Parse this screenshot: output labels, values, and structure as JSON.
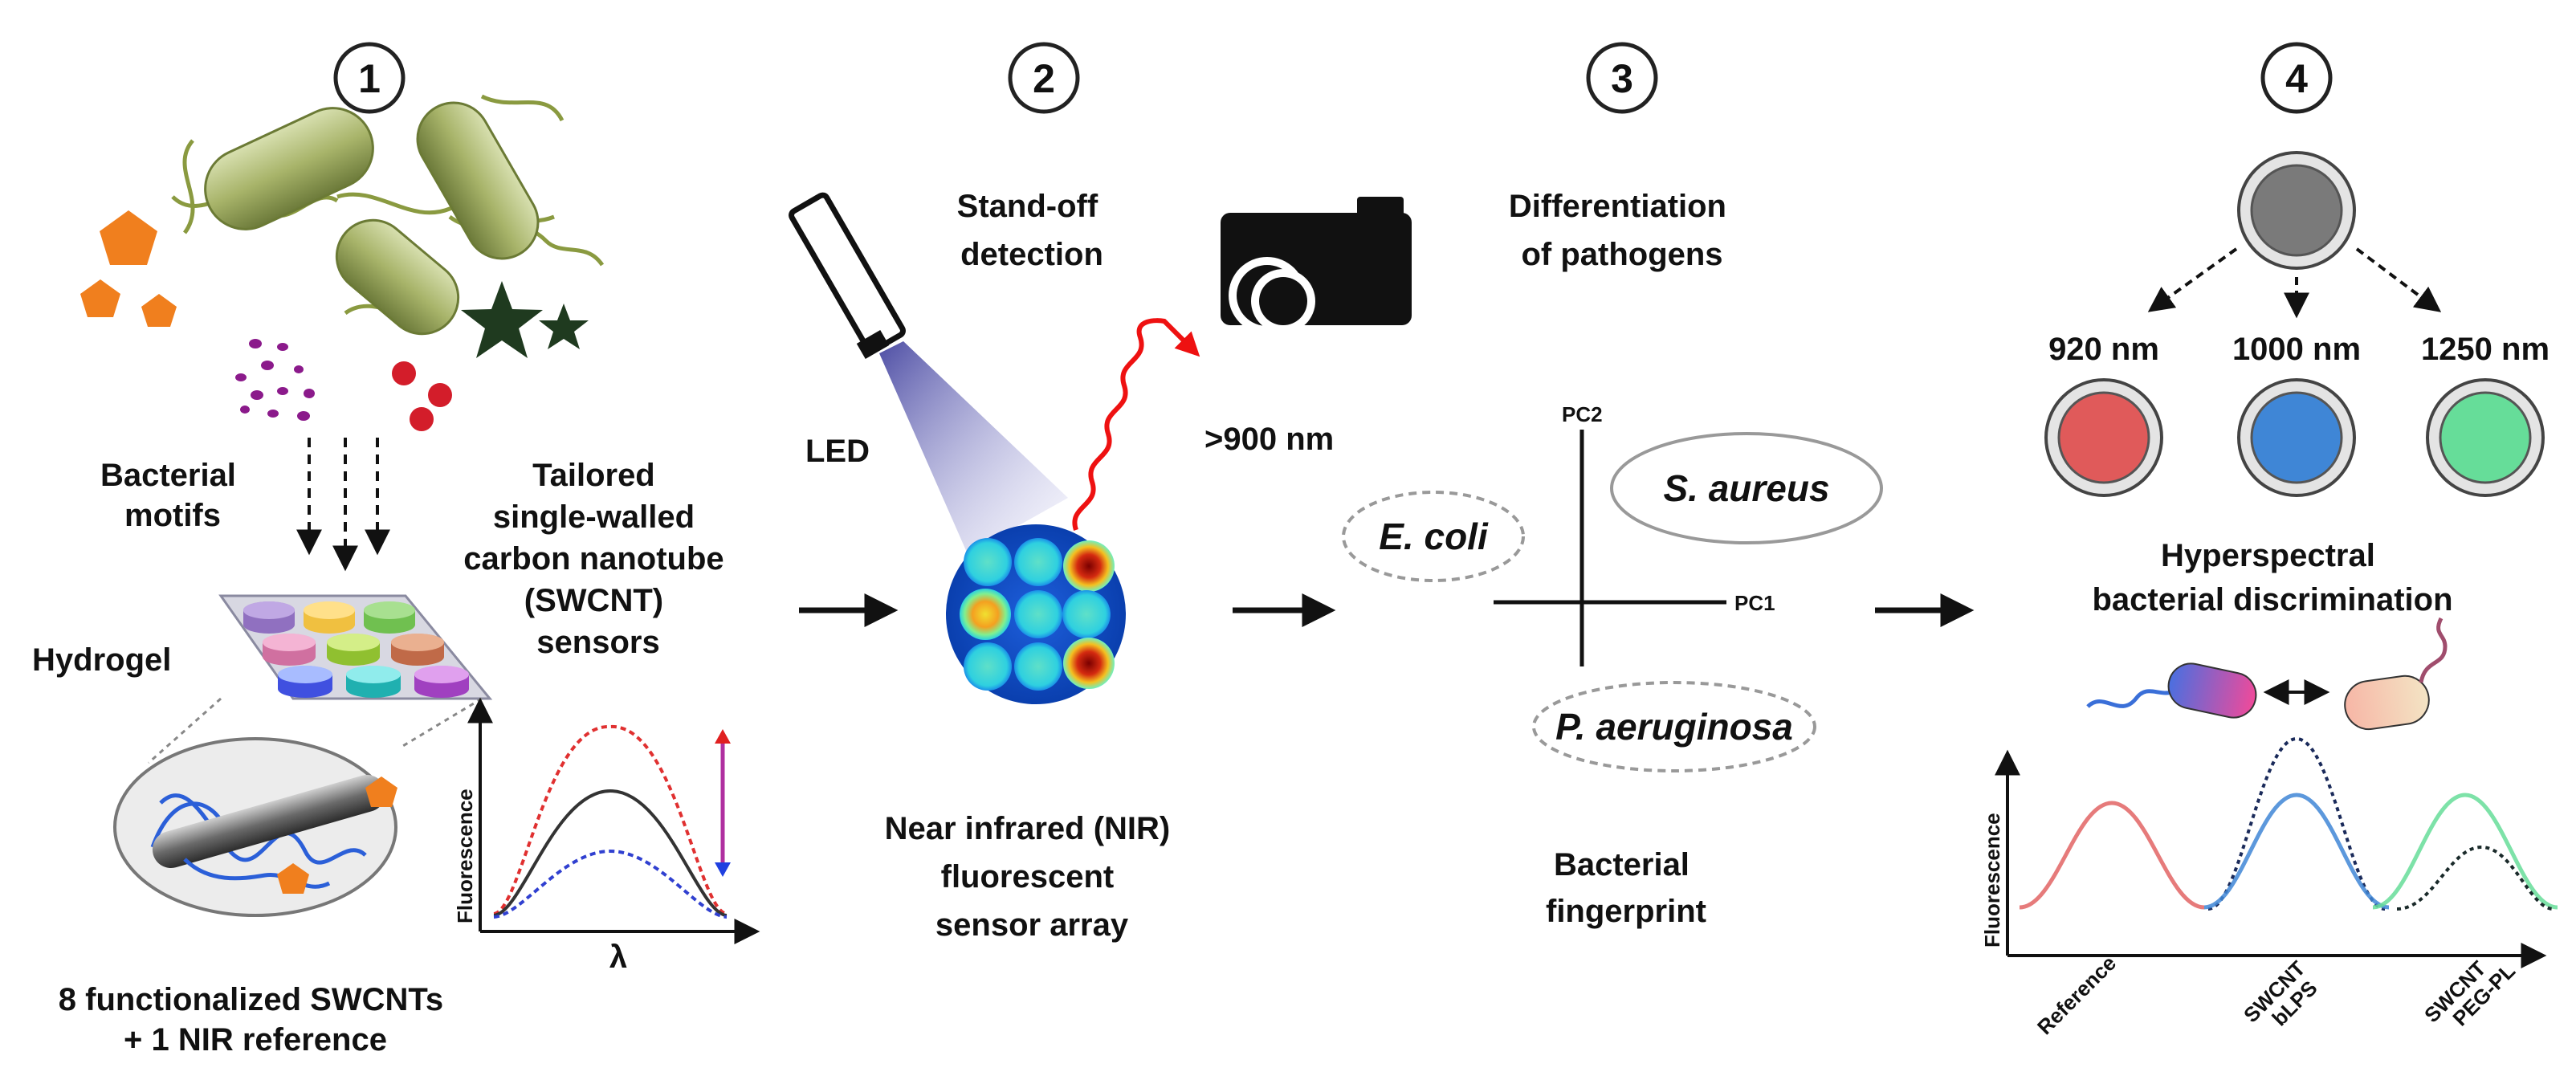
{
  "steps": {
    "s1": "1",
    "s2": "2",
    "s3": "3",
    "s4": "4"
  },
  "panel1": {
    "motifs": [
      "Bacterial",
      "motifs"
    ],
    "hydrogel": "Hydrogel",
    "sensors": [
      "Tailored",
      "single-walled",
      "carbon nanotube",
      "(SWCNT)",
      "sensors"
    ],
    "footer": [
      "8 functionalized SWCNTs",
      "+ 1 NIR reference"
    ],
    "plot_ylabel": "Fluorescence",
    "plot_xlabel": "λ"
  },
  "panel2": {
    "title": [
      "Stand-off",
      "detection"
    ],
    "led": "LED",
    "wavelength": ">900 nm",
    "caption": [
      "Near infrared (NIR)",
      "fluorescent",
      "sensor array"
    ]
  },
  "panel3": {
    "title": [
      "Differentiation",
      "of pathogens"
    ],
    "pc1": "PC1",
    "pc2": "PC2",
    "ecoli": "E. coli",
    "saureus": "S. aureus",
    "paeruginosa": "P. aeruginosa",
    "caption": [
      "Bacterial",
      "fingerprint"
    ]
  },
  "panel4": {
    "filters": [
      "920 nm",
      "1000 nm",
      "1250 nm"
    ],
    "title": [
      "Hyperspectral",
      "bacterial discrimination"
    ],
    "ylabel": "Fluorescence",
    "xlabels": [
      [
        "Reference"
      ],
      [
        "SWCNT",
        "bLPS"
      ],
      [
        "SWCNT",
        "PEG-PL"
      ]
    ]
  },
  "colors": {
    "red": "#e05a5a",
    "blue": "#3f86d6",
    "green": "#66dd99",
    "orange": "#f07f1e",
    "purple": "#8b1a8b",
    "crimson": "#d31d2a",
    "darkgreen": "#1f3a1f"
  }
}
